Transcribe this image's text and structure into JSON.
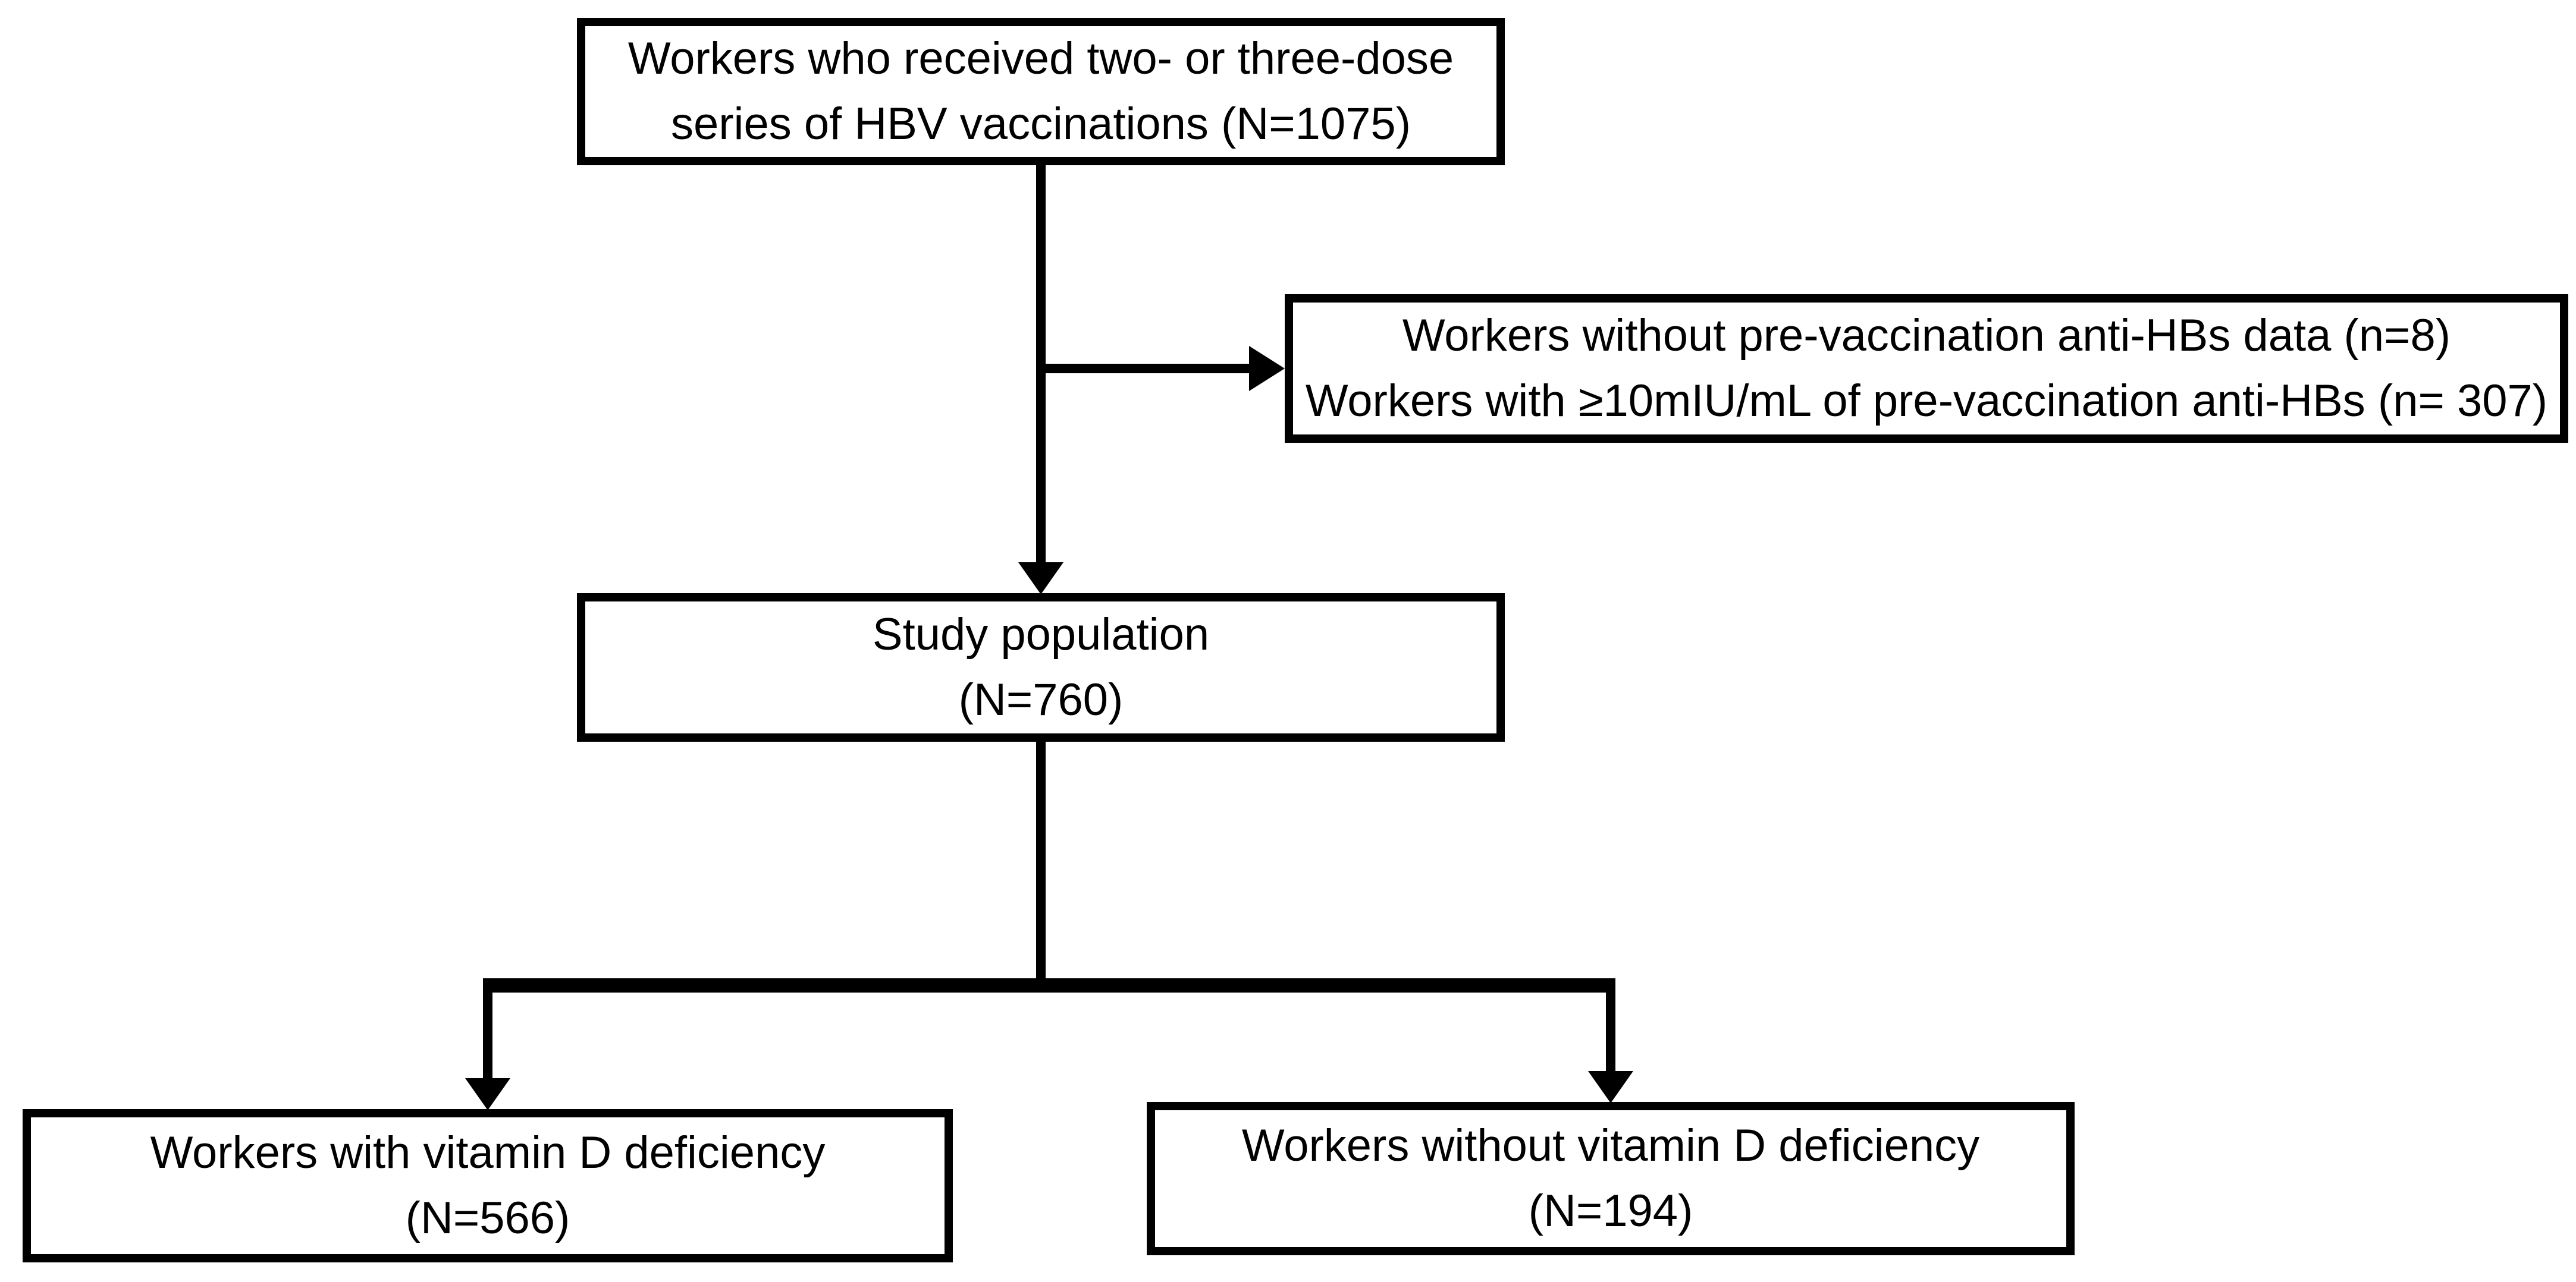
{
  "diagram": {
    "type": "study-flowchart",
    "background_color": "#ffffff",
    "line_color": "#000000",
    "nodes": {
      "source": {
        "line1": "Workers who received two- or three-dose",
        "line2": "series of HBV vaccinations (N=1075)",
        "n": 1075
      },
      "excluded": {
        "line1": "Workers without pre-vaccination anti-HBs data (n=8)",
        "line2": "Workers with ≥10mIU/mL of pre-vaccination anti-HBs (n= 307)",
        "n_missing_data": 8,
        "n_preexisting_antibody": 307
      },
      "study": {
        "line1": "Study population",
        "line2": "(N=760)",
        "n": 760
      },
      "vitamin_d_deficient": {
        "line1": "Workers with vitamin D deficiency",
        "line2": "(N=566)",
        "n": 566
      },
      "vitamin_d_sufficient": {
        "line1": "Workers without vitamin D deficiency",
        "line2": "(N=194)",
        "n": 194
      }
    }
  }
}
